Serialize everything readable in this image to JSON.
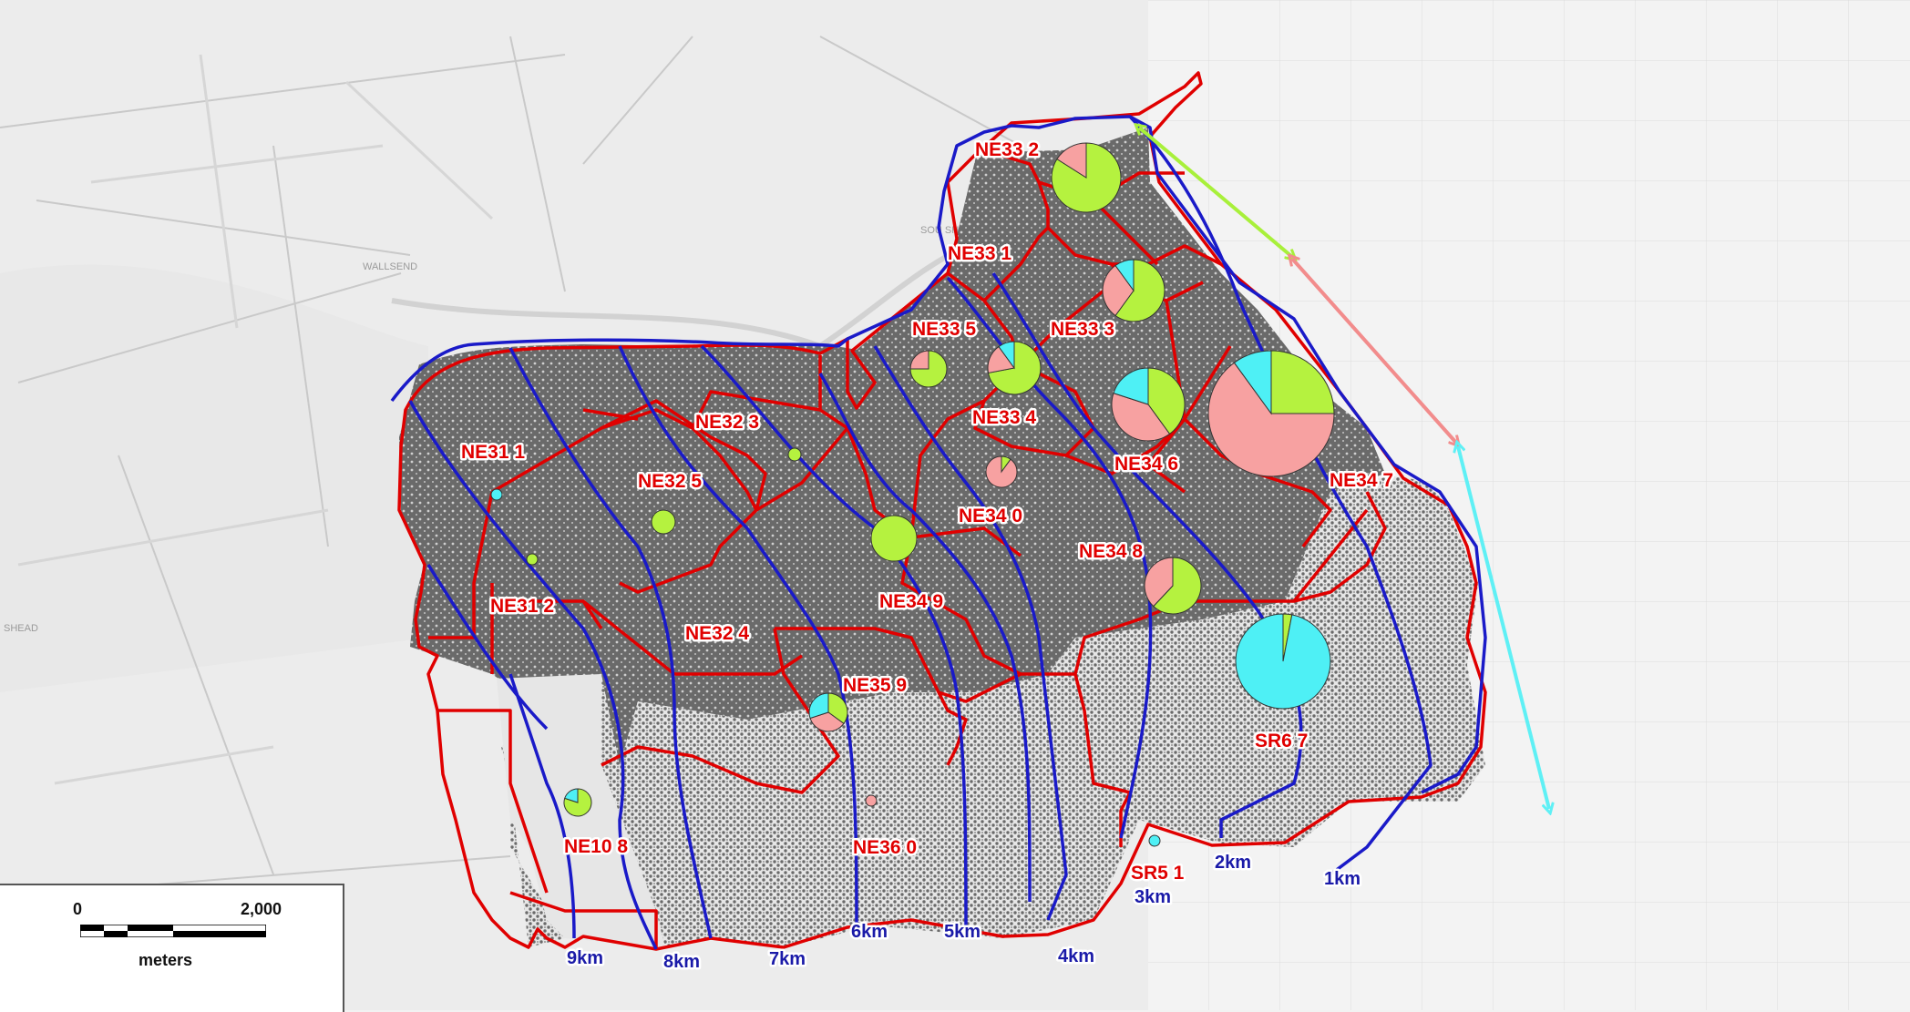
{
  "map": {
    "basemap_places": [
      "WALLSEND",
      "SOU SHI",
      "SHEAD"
    ],
    "distance_bands": [
      "1km",
      "2km",
      "3km",
      "4km",
      "5km",
      "6km",
      "7km",
      "8km",
      "9km"
    ],
    "districts": [
      {
        "label": "NE33 2",
        "pie": [
          0.84,
          0.16,
          0.0
        ]
      },
      {
        "label": "NE33 1",
        "pie": null
      },
      {
        "label": "NE33 5",
        "pie": [
          0.75,
          0.25,
          0.0
        ]
      },
      {
        "label": "NE33 3",
        "pie": [
          0.6,
          0.3,
          0.1
        ]
      },
      {
        "label": "NE33 4",
        "pie": [
          0.72,
          0.18,
          0.1
        ]
      },
      {
        "label": "NE32 3",
        "pie": [
          1.0,
          0.0,
          0.0
        ]
      },
      {
        "label": "NE31 1",
        "pie": [
          0.0,
          0.0,
          1.0
        ]
      },
      {
        "label": "NE32 5",
        "pie": [
          1.0,
          0.0,
          0.0
        ]
      },
      {
        "label": "NE34 6",
        "pie": [
          0.4,
          0.4,
          0.2
        ]
      },
      {
        "label": "NE34 7",
        "pie": [
          0.25,
          0.65,
          0.1
        ]
      },
      {
        "label": "NE34 0",
        "pie": [
          0.1,
          0.9,
          0.0
        ]
      },
      {
        "label": "NE34 8",
        "pie": [
          0.62,
          0.38,
          0.0
        ]
      },
      {
        "label": "NE34 9",
        "pie": [
          1.0,
          0.0,
          0.0
        ]
      },
      {
        "label": "NE31 2",
        "pie": [
          1.0,
          0.0,
          0.0
        ]
      },
      {
        "label": "NE32 4",
        "pie": null
      },
      {
        "label": "NE35 9",
        "pie": [
          0.35,
          0.35,
          0.3
        ]
      },
      {
        "label": "SR6 7",
        "pie": [
          0.03,
          0.0,
          0.97
        ]
      },
      {
        "label": "NE10 8",
        "pie": [
          0.8,
          0.0,
          0.2
        ]
      },
      {
        "label": "NE36 0",
        "pie": [
          0.0,
          1.0,
          0.0
        ]
      },
      {
        "label": "SR5 1",
        "pie": [
          0.0,
          0.0,
          1.0
        ]
      }
    ],
    "pie_colors": {
      "green": "#b5f23f",
      "pink": "#f7a1a1",
      "cyan": "#4ef0f5"
    },
    "boundary_color": "#e00000",
    "band_color": "#1a1ac8",
    "arrow_colors": [
      "#a8f03a",
      "#f28c8c",
      "#5ff0f5"
    ]
  },
  "scale": {
    "zero": "0",
    "max": "2,000",
    "unit": "meters"
  }
}
